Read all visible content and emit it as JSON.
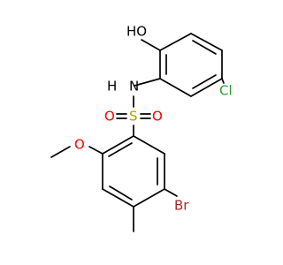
{
  "molecule": {
    "atoms": {
      "oh_top": {
        "text": "HO",
        "color": "#000000"
      },
      "nh": {
        "text": "N",
        "color": "#000000"
      },
      "nh_h": {
        "text": "H",
        "color": "#000000"
      },
      "cl": {
        "text": "Cl",
        "color": "#2aa02a"
      },
      "s": {
        "text": "S",
        "color": "#b8a000"
      },
      "o_left": {
        "text": "O",
        "color": "#ff0000"
      },
      "o_right": {
        "text": "O",
        "color": "#ff0000"
      },
      "o_meth": {
        "text": "O",
        "color": "#ff0000"
      },
      "br": {
        "text": "Br",
        "color": "#a52a2a"
      }
    },
    "bond_color": "#000000"
  }
}
